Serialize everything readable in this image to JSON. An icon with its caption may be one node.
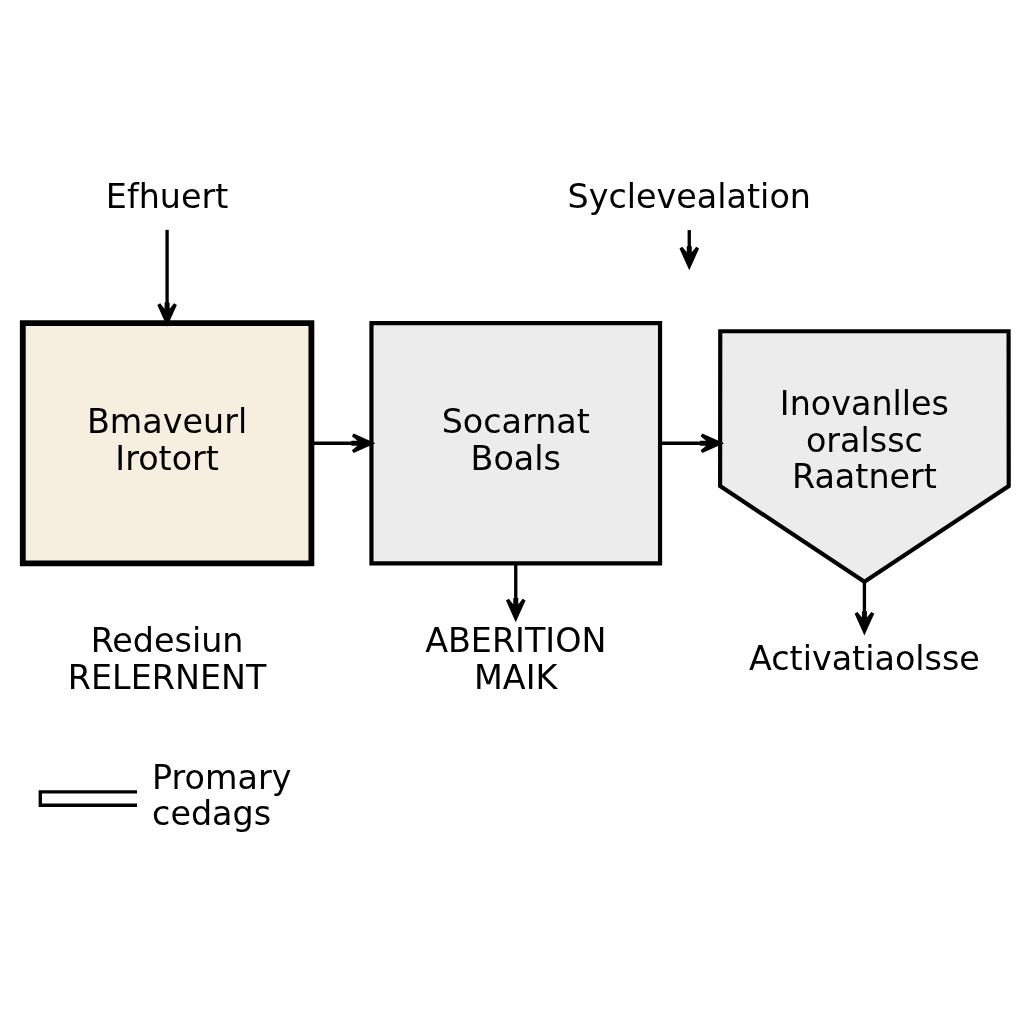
{
  "diagram": {
    "nodes": [
      {
        "text": [
          "Efhuert"
        ]
      },
      {
        "text": [
          "Bmaveurl Irotort"
        ],
        "beside": [
          "Redesiun RELERNENT"
        ]
      },
      {
        "text": [
          "Socarnat Boals"
        ]
      },
      {
        "text": [
          "Syclevealation"
        ]
      },
      {
        "text": [
          "Inovanlles oralssc Raatnert"
        ]
      },
      {
        "text": [
          "ABERITION MAIK"
        ]
      },
      {
        "text": [
          "Activatiaolsse"
        ]
      }
    ],
    "edges": [
      {
        "from": 0,
        "to": 1,
        "arrow": "to"
      },
      {
        "from": 1,
        "to": 2,
        "arrow": "to"
      },
      {
        "from": 2,
        "to": 4,
        "arrow": "to"
      },
      {
        "from": 3,
        "to": null,
        "arrow": "to"
      },
      {
        "from": 2,
        "to": 5,
        "arrow": "to"
      },
      {
        "from": 4,
        "to": 6,
        "arrow": "to"
      }
    ],
    "legend": [
      {
        "text": "Promary cedags"
      }
    ]
  }
}
